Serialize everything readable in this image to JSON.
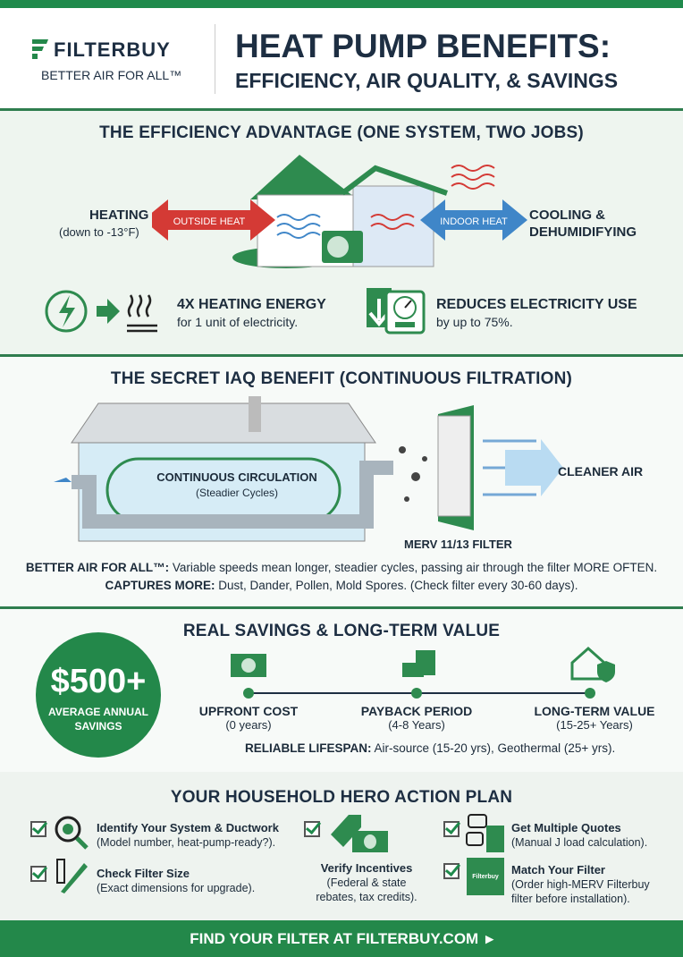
{
  "header": {
    "brand": "FILTERBUY",
    "tagline": "BETTER AIR FOR ALL™",
    "title_line1": "HEAT PUMP BENEFITS:",
    "title_line2": "EFFICIENCY, AIR QUALITY, & SAVINGS"
  },
  "efficiency": {
    "title": "THE EFFICIENCY ADVANTAGE (ONE SYSTEM, TWO JOBS)",
    "heating_label": "HEATING",
    "heating_sub": "(down to -13°F)",
    "outside_heat": "OUTSIDE HEAT",
    "indoor_heat": "INDOOR HEAT",
    "cooling_label1": "COOLING &",
    "cooling_label2": "DEHUMIDIFYING",
    "stat1_title": "4X HEATING ENERGY",
    "stat1_desc": "for 1 unit of electricity.",
    "stat2_title": "REDUCES ELECTRICITY USE",
    "stat2_desc": "by up to 75%."
  },
  "iaq": {
    "title": "THE SECRET IAQ BENEFIT (CONTINUOUS FILTRATION)",
    "circ_title": "CONTINUOUS CIRCULATION",
    "circ_sub": "(Steadier Cycles)",
    "cleaner_air": "CLEANER AIR",
    "filter_label": "MERV 11/13 FILTER",
    "line1_bold": "BETTER AIR FOR ALL™:",
    "line1": " Variable speeds mean longer, steadier cycles, passing air through the filter MORE OFTEN.",
    "line2_bold": "CAPTURES MORE:",
    "line2": " Dust, Dander, Pollen, Mold Spores. (Check filter every 30-60 days)."
  },
  "savings": {
    "title": "REAL SAVINGS & LONG-TERM VALUE",
    "amount": "$500+",
    "amount_label1": "AVERAGE ANNUAL",
    "amount_label2": "SAVINGS",
    "milestones": [
      {
        "title": "UPFRONT COST",
        "sub": "(0 years)"
      },
      {
        "title": "PAYBACK PERIOD",
        "sub": "(4-8 Years)"
      },
      {
        "title": "LONG-TERM VALUE",
        "sub": "(15-25+ Years)"
      }
    ],
    "lifespan_bold": "RELIABLE LIFESPAN:",
    "lifespan": " Air-source (15-20 yrs), Geothermal (25+ yrs)."
  },
  "plan": {
    "title": "YOUR HOUSEHOLD HERO ACTION PLAN",
    "items": [
      {
        "title": "Identify Your System & Ductwork",
        "desc": "(Model number, heat-pump-ready?)."
      },
      {
        "title": "Check Filter Size",
        "desc": "(Exact dimensions for upgrade)."
      },
      {
        "title": "Verify Incentives",
        "desc1": "(Federal & state",
        "desc2": "rebates, tax credits)."
      },
      {
        "title": "Get Multiple Quotes",
        "desc": "(Manual J load calculation)."
      },
      {
        "title": "Match Your Filter",
        "desc1": "(Order high-MERV Filterbuy",
        "desc2": "filter before installation)."
      }
    ],
    "box_logo": "Filterbuy"
  },
  "footer": {
    "cta": "FIND YOUR FILTER AT FILTERBUY.COM",
    "arrow": "▸"
  },
  "colors": {
    "green": "#23884a",
    "navy": "#1d2e42",
    "red": "#d43a35",
    "blue": "#3f86c8"
  }
}
